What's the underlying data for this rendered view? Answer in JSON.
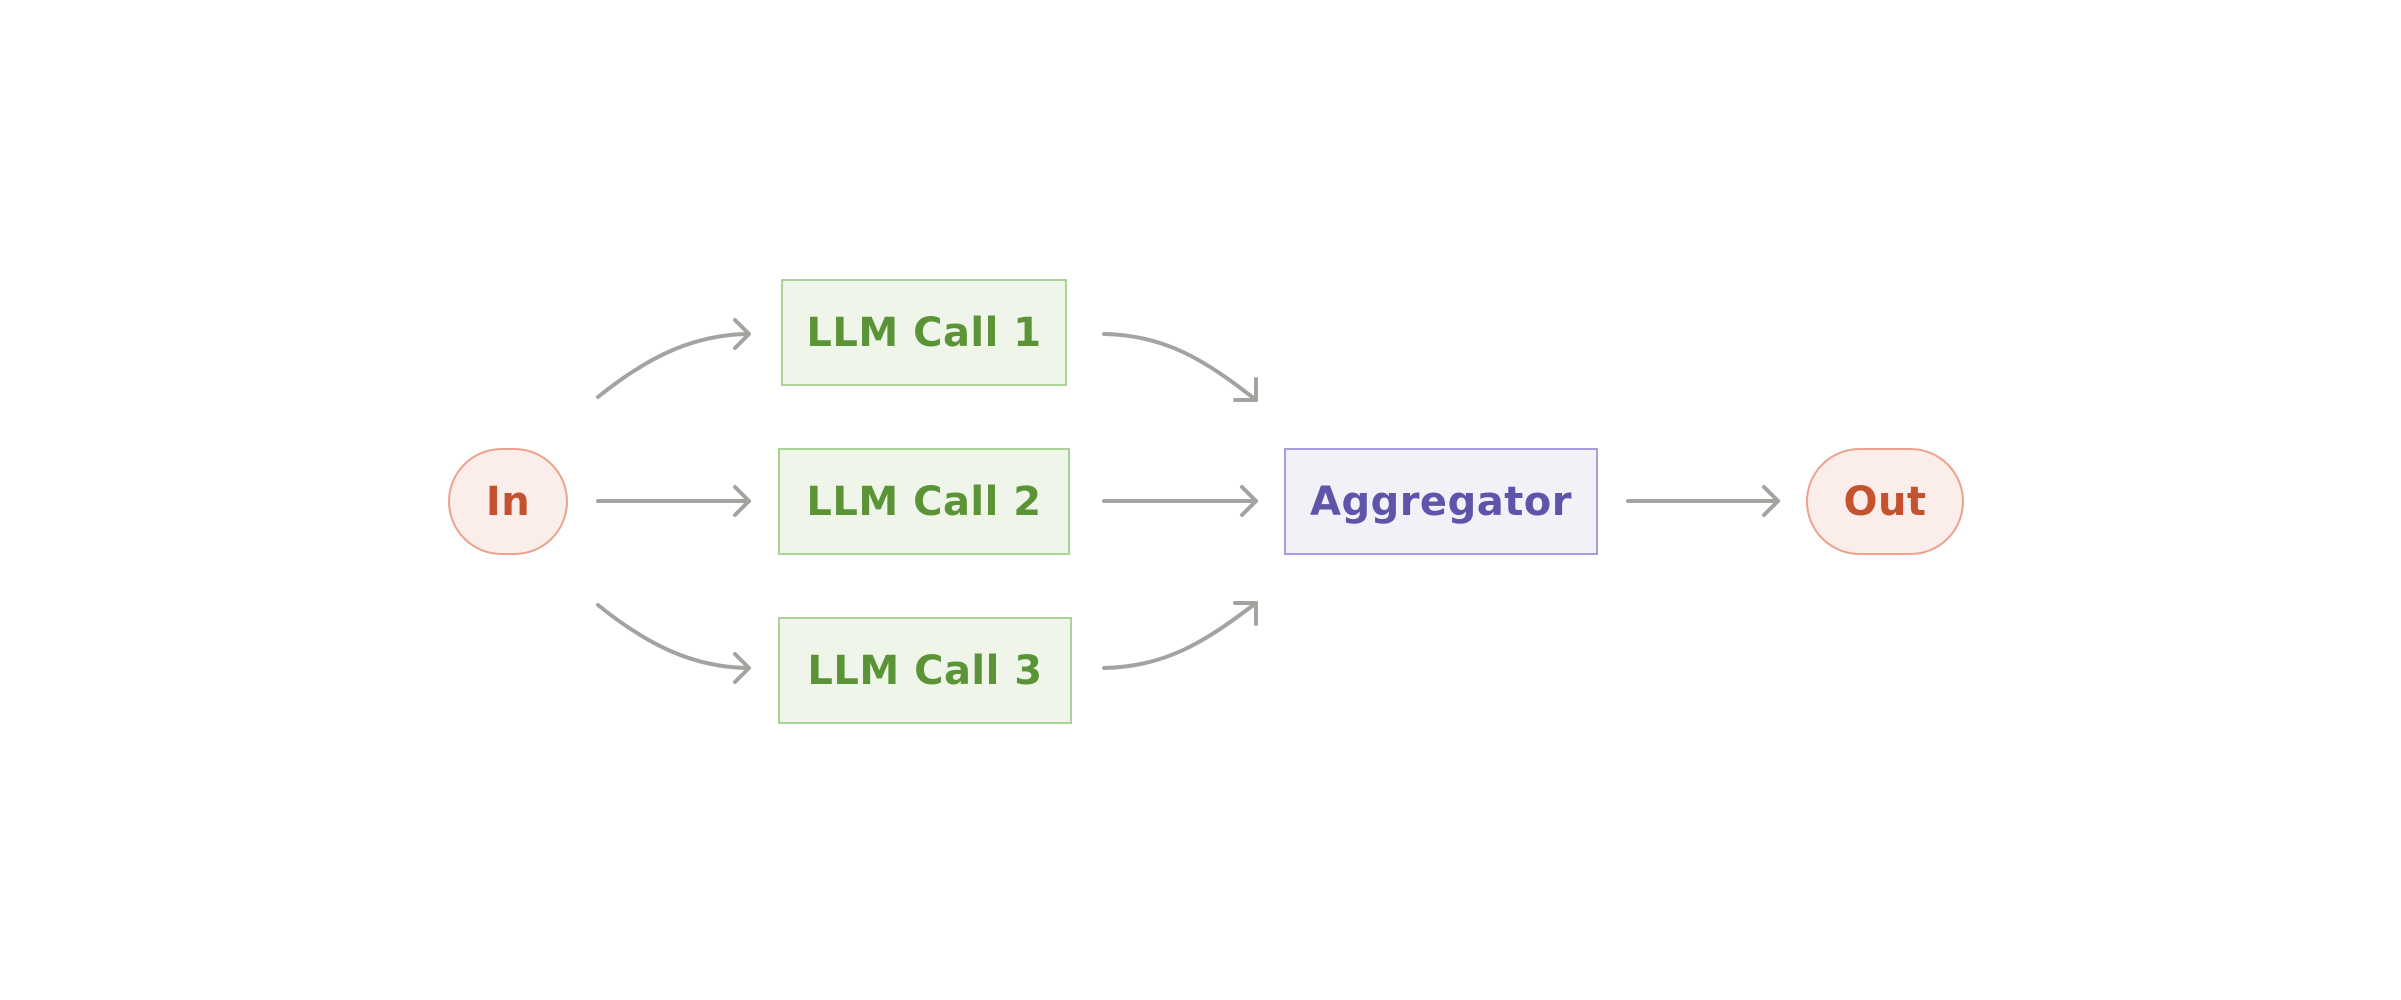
{
  "colors": {
    "terminal_fill": "#fbeeea",
    "terminal_border": "#eba38e",
    "terminal_text": "#c4522f",
    "llm_fill": "#eff5e9",
    "llm_border": "#a9d495",
    "llm_text": "#5a9436",
    "aggregator_fill": "#f2f1f8",
    "aggregator_border": "#a79ddd",
    "aggregator_text": "#5e55ab",
    "arrow": "#a3a3a0"
  },
  "nodes": {
    "input": {
      "label": "In"
    },
    "llm_calls": [
      {
        "label": "LLM Call 1"
      },
      {
        "label": "LLM Call 2"
      },
      {
        "label": "LLM Call 3"
      }
    ],
    "aggregator": {
      "label": "Aggregator"
    },
    "output": {
      "label": "Out"
    }
  },
  "edges": [
    {
      "from": "In",
      "to": "LLM Call 1"
    },
    {
      "from": "In",
      "to": "LLM Call 2"
    },
    {
      "from": "In",
      "to": "LLM Call 3"
    },
    {
      "from": "LLM Call 1",
      "to": "Aggregator"
    },
    {
      "from": "LLM Call 2",
      "to": "Aggregator"
    },
    {
      "from": "LLM Call 3",
      "to": "Aggregator"
    },
    {
      "from": "Aggregator",
      "to": "Out"
    }
  ]
}
